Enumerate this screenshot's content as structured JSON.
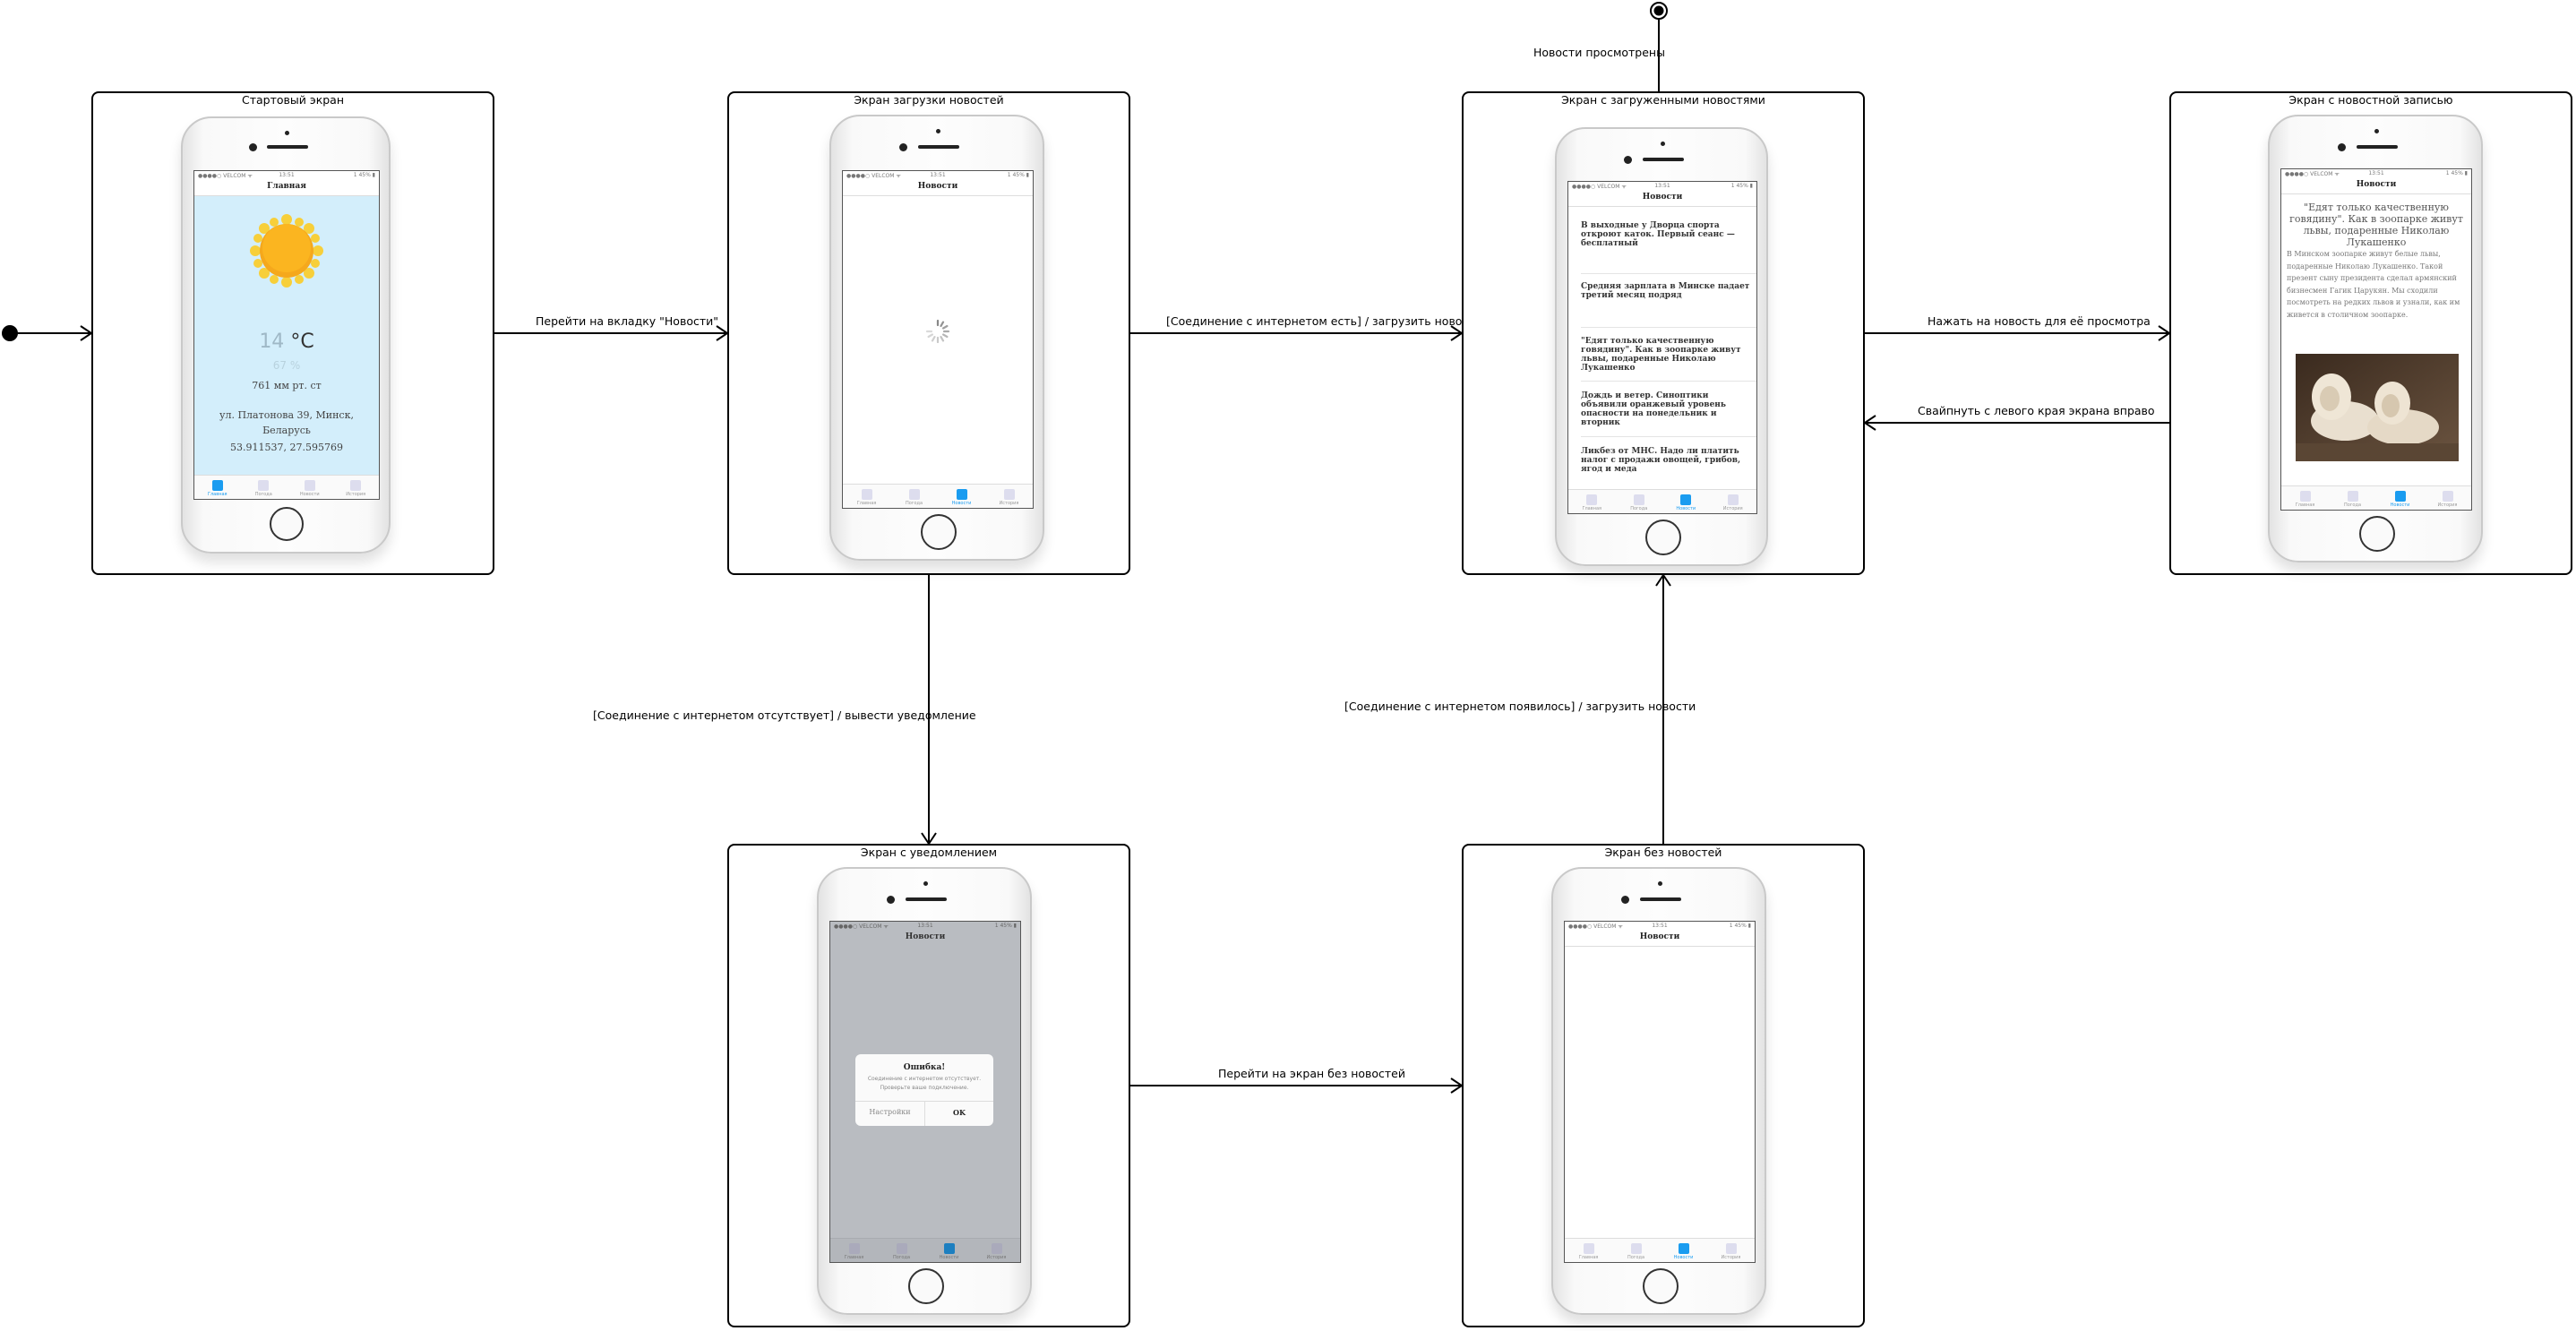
{
  "states": {
    "start": {
      "title": "Стартовый экран"
    },
    "loading": {
      "title": "Экран загрузки новостей"
    },
    "loaded": {
      "title": "Экран с загруженными новостями"
    },
    "article": {
      "title": "Экран с новостной записью"
    },
    "alert": {
      "title": "Экран с уведомлением"
    },
    "empty": {
      "title": "Экран без новостей"
    }
  },
  "transitions": {
    "to_news_tab": "Перейти на вкладку \"Новости\"",
    "internet_ok": "[Соединение с интернетом есть] / загрузить новости",
    "open_article": "Нажать на новость для её просмотра",
    "swipe_back": "Свайпнуть с левого края экрана вправо",
    "news_viewed": "Новости просмотрены",
    "no_internet": "[Соединение с интернетом отсутствует] / вывести уведомление",
    "internet_back": "[Соединение с интернетом появилось] / загрузить новости",
    "to_empty": "Перейти на экран без новостей"
  },
  "phone": {
    "status_left": "●●●●○ VELCOM ᯤ",
    "status_time": "13:51",
    "status_right": "1 45% ▮",
    "tabs": [
      "Главная",
      "Погода",
      "Новости",
      "История"
    ]
  },
  "home": {
    "nav_title": "Главная",
    "temperature": "14",
    "unit": "°C",
    "humidity": "67 %",
    "pressure": "761 мм рт. ст",
    "address_line1": "ул. Платонова 39, Минск,",
    "address_line2": "Беларусь",
    "coords": "53.911537, 27.595769"
  },
  "news": {
    "nav_title": "Новости",
    "items": [
      "В выходные у Дворца спорта откроют каток. Первый сеанс — бесплатный",
      "Средняя зарплата в Минске падает третий месяц подряд",
      "\"Едят только качественную говядину\". Как в зоопарке живут львы, подаренные Николаю Лукашенко",
      "Дождь и ветер. Синоптики объявили оранжевый уровень опасности на понедельник и вторник",
      "Ликбез от МНС. Надо ли платить налог с продажи овощей, грибов, ягод и меда"
    ]
  },
  "article": {
    "headline": "\"Едят только качественную говядину\". Как в зоопарке живут львы, подаренные Николаю Лукашенко",
    "body": "В Минском зоопарке живут белые львы, подаренные Николаю Лукашенко. Такой презент сыну президента сделал армянский бизнесмен Гагик Царукян. Мы сходили посмотреть на редких львов и узнали, как им живется в столичном зоопарке."
  },
  "alert": {
    "title": "Ошибка!",
    "line1": "Соединение с интернетом отсутствует.",
    "line2": "Проверьте ваше подключение.",
    "settings": "Настройки",
    "ok": "OK"
  }
}
